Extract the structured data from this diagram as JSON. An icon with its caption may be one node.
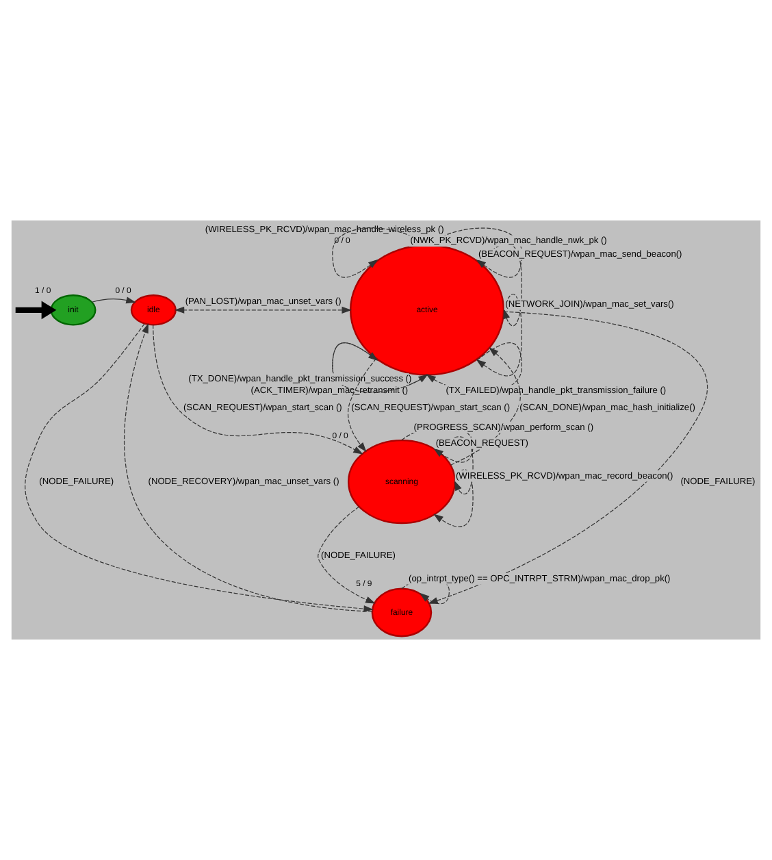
{
  "diagram": {
    "nodes": [
      {
        "text": [
          "init"
        ],
        "beside": [
          "1 / 0"
        ]
      },
      {
        "text": [
          "idle"
        ],
        "beside": [
          "0 / 0"
        ]
      },
      {
        "text": [
          "active"
        ],
        "beside": [
          "0 / 0"
        ]
      },
      {
        "text": [
          "scanning"
        ],
        "beside": [
          "0 / 0"
        ]
      },
      {
        "text": [
          "failure"
        ],
        "beside": [
          "5 / 9"
        ]
      }
    ],
    "edges": [
      {
        "from": null,
        "to": 0,
        "arrow": "to",
        "style": "thick"
      },
      {
        "from": 0,
        "to": 1,
        "arrow": "to"
      },
      {
        "from": 2,
        "to": 1,
        "arrow": "both",
        "style": "dashed",
        "label": "(PAN_LOST)/wpan_mac_unset_vars ()"
      },
      {
        "from": 2,
        "to": 2,
        "arrow": "to",
        "style": "dashed",
        "label": "(WIRELESS_PK_RCVD)/wpan_mac_handle_wireless_pk ()"
      },
      {
        "from": 2,
        "to": 2,
        "arrow": "to",
        "style": "dashed",
        "label": "(BEACON_REQUEST)/wpan_mac_send_beacon()"
      },
      {
        "from": 2,
        "to": 2,
        "arrow": "to",
        "style": "dashed",
        "label": "(NETWORK_JOIN)/wpan_mac_set_vars()"
      },
      {
        "from": 2,
        "to": 2,
        "arrow": "to",
        "style": "dashed",
        "label": "(TX_FAILED)/wpan_handle_pkt_transmission_failure ()"
      },
      {
        "from": 2,
        "to": 2,
        "arrow": "to",
        "style": "dashed",
        "label": "(ACK_TIMER)/wpan_mac_retransmit ()"
      },
      {
        "from": 2,
        "to": 2,
        "arrow": "to",
        "style": "dashed",
        "label": "(NWK_PK_RCVD)/wpan_mac_handle_nwk_pk ()"
      },
      {
        "from": 2,
        "to": 2,
        "arrow": "to",
        "style": "dashed",
        "label": "(TX_DONE)/wpan_handle_pkt_transmission_success ()"
      },
      {
        "from": 1,
        "to": 3,
        "arrow": "to",
        "style": "dashed",
        "label": "(SCAN_REQUEST)/wpan_start_scan ()"
      },
      {
        "from": 3,
        "to": 2,
        "arrow": "to",
        "style": "dashed",
        "label": "(SCAN_DONE)/wpan_mac_hash_initialize()"
      },
      {
        "from": 2,
        "to": 3,
        "arrow": "to",
        "style": "dashed",
        "label": "(SCAN_REQUEST)/wpan_start_scan ()"
      },
      {
        "from": 1,
        "to": 4,
        "arrow": "to",
        "style": "dashed",
        "label": "(NODE_FAILURE)"
      },
      {
        "from": 4,
        "to": 1,
        "arrow": "to",
        "style": "dashed",
        "label": "(NODE_RECOVERY)/wpan_mac_unset_vars ()"
      },
      {
        "from": 3,
        "to": 3,
        "arrow": "to",
        "style": "dashed",
        "label": "(PROGRESS_SCAN)/wpan_perform_scan ()"
      },
      {
        "from": 3,
        "to": 3,
        "arrow": "to",
        "style": "dashed",
        "label": "(BEACON_REQUEST)"
      },
      {
        "from": 3,
        "to": 3,
        "arrow": "to",
        "style": "dashed",
        "label": "(WIRELESS_PK_RCVD)/wpan_mac_record_beacon()"
      },
      {
        "from": 3,
        "to": 4,
        "arrow": "to",
        "style": "dashed",
        "label": "(NODE_FAILURE)"
      },
      {
        "from": 2,
        "to": 4,
        "arrow": "to",
        "style": "dashed",
        "label": "(NODE_FAILURE)"
      },
      {
        "from": 4,
        "to": 4,
        "arrow": "to",
        "style": "dashed",
        "label": "(op_intrpt_type() == OPC_INTRPT_STRM)/wpan_mac_drop_pk()"
      }
    ]
  }
}
